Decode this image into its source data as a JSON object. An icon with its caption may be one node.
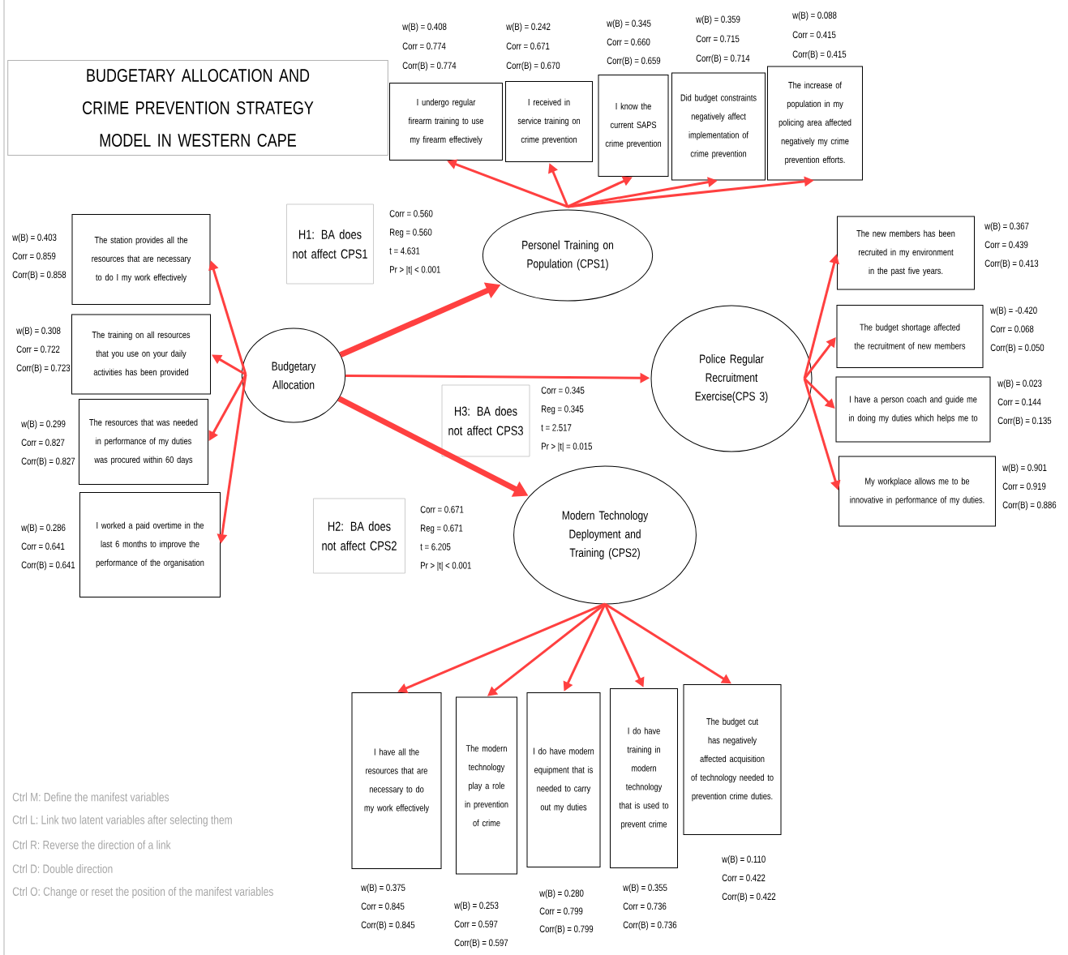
{
  "diagram": {
    "title": "BUDGETARY ALLOCATION AND CRIME PREVENTION STRATEGY MODEL IN WESTERN CAPE",
    "nodes": [
      {
        "text": [
          "Budgetary Allocation"
        ]
      },
      {
        "text": [
          "Personel Training on Population (CPS1)"
        ]
      },
      {
        "text": [
          "Police Regular Recruitment Exercise(CPS 3)"
        ]
      },
      {
        "text": [
          "Modern Technology Deployment and Training (CPS2)"
        ]
      },
      {
        "text": [
          "I undergo regular firearm training to use my firearm effectively"
        ],
        "beside": [
          "w(B) = 0.408",
          "Corr = 0.774",
          "Corr(B) = 0.774"
        ]
      },
      {
        "text": [
          "I received in service training on  crime prevention"
        ],
        "beside": [
          "w(B) = 0.242",
          "Corr = 0.671",
          "Corr(B) = 0.670"
        ]
      },
      {
        "text": [
          "I  know the current SAPS crime prevention"
        ],
        "beside": [
          "w(B) = 0.345",
          "Corr = 0.660",
          "Corr(B) = 0.659"
        ]
      },
      {
        "text": [
          "Did budget constraints negatively affect implementation of crime prevention"
        ],
        "beside": [
          "w(B) = 0.359",
          "Corr = 0.715",
          "Corr(B) = 0.714"
        ]
      },
      {
        "text": [
          "The increase of population in my policing area affected negatively my crime prevention efforts."
        ],
        "beside": [
          "w(B) = 0.088",
          "Corr = 0.415",
          "Corr(B) = 0.415"
        ]
      },
      {
        "text": [
          "The station provides all the resources that are necessary to do I my work effectively"
        ],
        "beside": [
          "w(B) = 0.403",
          "Corr = 0.859",
          "Corr(B) = 0.858"
        ]
      },
      {
        "text": [
          "The training on all resources that  you use on your daily activities has been provided"
        ],
        "beside": [
          "w(B) = 0.308",
          "Corr = 0.722",
          "Corr(B) = 0.723"
        ]
      },
      {
        "text": [
          "The resources that was needed in performance of my duties was procured within 60 days"
        ],
        "beside": [
          "w(B) = 0.299",
          "Corr = 0.827",
          "Corr(B) = 0.827"
        ]
      },
      {
        "text": [
          "I worked a paid overtime in the last 6 months to improve the performance of the organisation"
        ],
        "beside": [
          "w(B) = 0.286",
          "Corr = 0.641",
          "Corr(B) = 0.641"
        ]
      },
      {
        "text": [
          "The new members has been recruited in my environment in the past five years."
        ],
        "beside": [
          "w(B) = 0.367",
          "Corr = 0.439",
          "Corr(B) = 0.413"
        ]
      },
      {
        "text": [
          "The budget shortage affected the recruitment of new members"
        ],
        "beside": [
          "w(B) = -0.420",
          "Corr = 0.068",
          "Corr(B) = 0.050"
        ]
      },
      {
        "text": [
          "I have a  person coach and guide me in doing my duties which helps me to"
        ],
        "beside": [
          "w(B) = 0.023",
          "Corr = 0.144",
          "Corr(B) = 0.135"
        ]
      },
      {
        "text": [
          "My workplace allows me to be innovative in performance of my duties."
        ],
        "beside": [
          "w(B) = 0.901",
          "Corr = 0.919",
          "Corr(B) = 0.886"
        ]
      },
      {
        "text": [
          "I  have all the resources that are necessary to do my work effectively"
        ],
        "beside": [
          "w(B) = 0.375",
          "Corr = 0.845",
          "Corr(B) = 0.845"
        ]
      },
      {
        "text": [
          "The modern technology play a role in prevention of crime"
        ],
        "beside": [
          "w(B) = 0.253",
          "Corr = 0.597",
          "Corr(B) = 0.597"
        ]
      },
      {
        "text": [
          "I do  have modern equipment that is needed to carry out my duties"
        ],
        "beside": [
          "w(B) = 0.280",
          "Corr = 0.799",
          "Corr(B) = 0.799"
        ]
      },
      {
        "text": [
          "I do  have training in modern technology that is used to prevent crime"
        ],
        "beside": [
          "w(B) = 0.355",
          "Corr = 0.736",
          "Corr(B) = 0.736"
        ]
      },
      {
        "text": [
          "The budget cut has negatively affected acquisition of technology needed to prevention crime duties."
        ],
        "beside": [
          "w(B) = 0.110",
          "Corr = 0.422",
          "Corr(B) = 0.422"
        ]
      },
      {
        "text": [
          "H1: BA does not affect CPS1"
        ],
        "beside": [
          "Corr = 0.560",
          "Reg = 0.560",
          "t = 4.631",
          "Pr > |t| < 0.001"
        ]
      },
      {
        "text": [
          "H3: BA does not affect CPS3"
        ],
        "beside": [
          "Corr = 0.345",
          "Reg = 0.345",
          "t = 2.517",
          "Pr > |t| = 0.015"
        ]
      },
      {
        "text": [
          "H2: BA does not affect CPS2"
        ],
        "beside": [
          "Corr = 0.671",
          "Reg = 0.671",
          "t = 6.205",
          "Pr > |t| < 0.001"
        ]
      }
    ],
    "edges": [
      {
        "from": 0,
        "to": 1,
        "arrow": "to",
        "style": "thick"
      },
      {
        "from": 0,
        "to": 2,
        "arrow": "to"
      },
      {
        "from": 0,
        "to": 3,
        "arrow": "to",
        "style": "thick"
      },
      {
        "from": 1,
        "to": 4,
        "arrow": "to"
      },
      {
        "from": 1,
        "to": 5,
        "arrow": "to"
      },
      {
        "from": 1,
        "to": 6,
        "arrow": "to"
      },
      {
        "from": 1,
        "to": 7,
        "arrow": "to"
      },
      {
        "from": 1,
        "to": 8,
        "arrow": "to"
      },
      {
        "from": 0,
        "to": 9,
        "arrow": "to"
      },
      {
        "from": 0,
        "to": 10,
        "arrow": "to"
      },
      {
        "from": 0,
        "to": 11,
        "arrow": "to"
      },
      {
        "from": 0,
        "to": 12,
        "arrow": "to"
      },
      {
        "from": 2,
        "to": 13,
        "arrow": "to"
      },
      {
        "from": 2,
        "to": 14,
        "arrow": "to"
      },
      {
        "from": 2,
        "to": 15,
        "arrow": "to"
      },
      {
        "from": 2,
        "to": 16,
        "arrow": "to"
      },
      {
        "from": 3,
        "to": 17,
        "arrow": "to"
      },
      {
        "from": 3,
        "to": 18,
        "arrow": "to"
      },
      {
        "from": 3,
        "to": 19,
        "arrow": "to"
      },
      {
        "from": 3,
        "to": 20,
        "arrow": "to"
      },
      {
        "from": 3,
        "to": 21,
        "arrow": "to"
      }
    ],
    "labels": [
      "Ctrl M: Define the manifest variables",
      "Ctrl L: Link two latent variables after selecting them",
      "Ctrl R: Reverse the direction of a link",
      "Ctrl D: Double direction",
      "Ctrl O: Change or reset the position of the manifest variables"
    ]
  }
}
